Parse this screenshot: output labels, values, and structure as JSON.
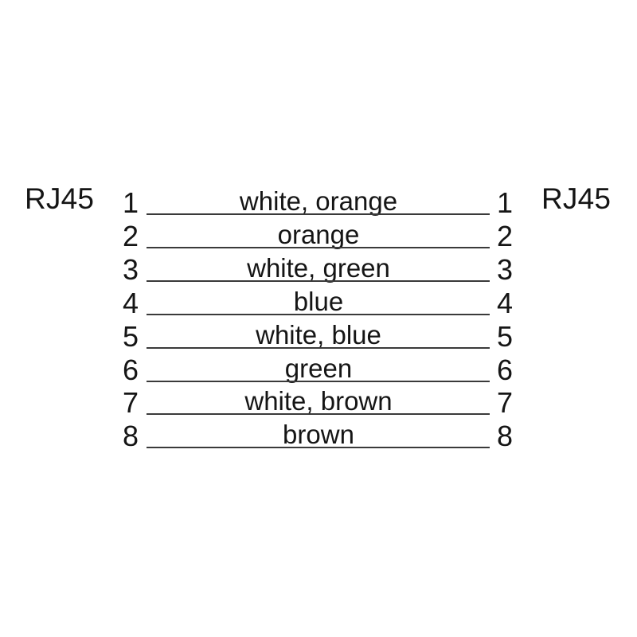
{
  "diagram": {
    "type": "rj45-straight-through-pinout",
    "background_color": "#ffffff",
    "line_color": "#3a3a3a",
    "text_color": "#151515",
    "left_connector": "RJ45",
    "right_connector": "RJ45",
    "pins": [
      {
        "left_pin": "1",
        "right_pin": "1",
        "wire": "white, orange"
      },
      {
        "left_pin": "2",
        "right_pin": "2",
        "wire": "orange"
      },
      {
        "left_pin": "3",
        "right_pin": "3",
        "wire": "white, green"
      },
      {
        "left_pin": "4",
        "right_pin": "4",
        "wire": "blue"
      },
      {
        "left_pin": "5",
        "right_pin": "5",
        "wire": "white, blue"
      },
      {
        "left_pin": "6",
        "right_pin": "6",
        "wire": "green"
      },
      {
        "left_pin": "7",
        "right_pin": "7",
        "wire": "white, brown"
      },
      {
        "left_pin": "8",
        "right_pin": "8",
        "wire": "brown"
      }
    ]
  }
}
